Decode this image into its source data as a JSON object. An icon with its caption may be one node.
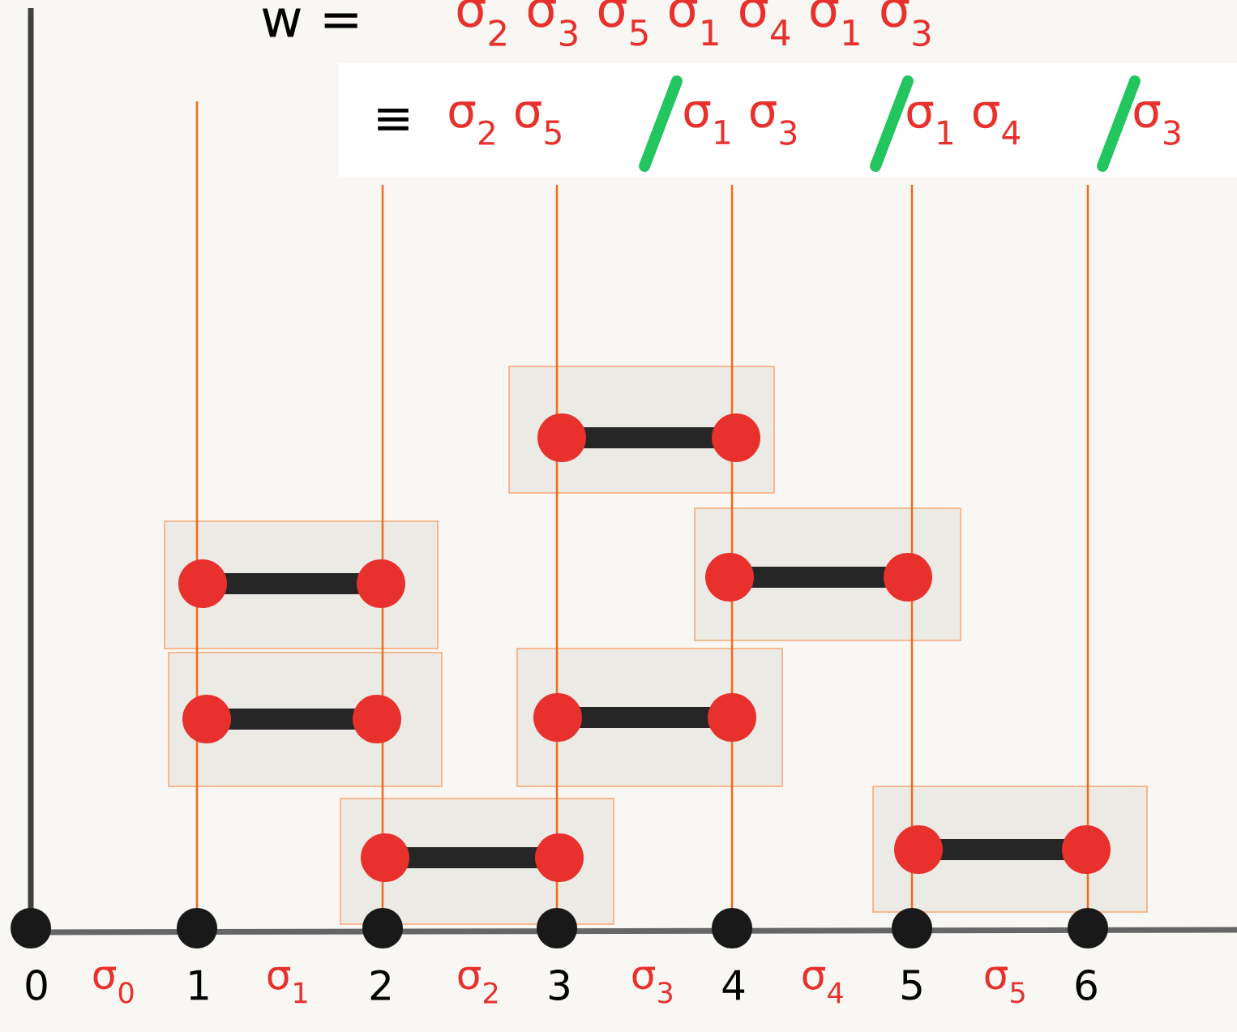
{
  "diagram": {
    "labels": [
      "w =",
      "σ$_{2}$ σ$_{3}$ σ$_{5}$ σ$_{1}$ σ$_{4}$ σ$_{1}$ σ$_{3}$",
      "≡",
      "σ$_{2}$ σ$_{5}$",
      "σ$_{1}$ σ$_{3}$",
      "σ$_{1}$ σ$_{4}$",
      "σ$_{3}$",
      "0",
      "σ$_{0}$",
      "1",
      "σ$_{1}$",
      "2",
      "σ$_{2}$",
      "3",
      "σ$_{3}$",
      "4",
      "σ$_{4}$",
      "5",
      "σ$_{5}$",
      "6"
    ]
  }
}
